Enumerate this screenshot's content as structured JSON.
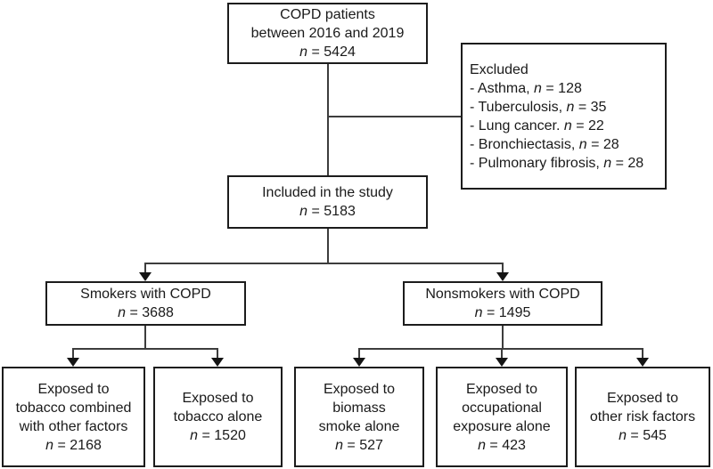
{
  "colors": {
    "background": "#ffffff",
    "box_border": "#1c1c1c",
    "connector": "#3d3d3d",
    "arrow": "#141414",
    "text": "#1a1a1a"
  },
  "boxes": {
    "top": {
      "lines": [
        "COPD patients",
        "between 2016 and 2019",
        "n = 5424"
      ]
    },
    "excluded": {
      "lines": [
        "Excluded",
        "- Asthma, n = 128",
        "- Tuberculosis, n = 35",
        "- Lung cancer. n = 22",
        "- Bronchiectasis, n = 28",
        "- Pulmonary fibrosis, n = 28"
      ]
    },
    "included": {
      "lines": [
        "Included in the study",
        "n = 5183"
      ]
    },
    "smokers": {
      "lines": [
        "Smokers with COPD",
        "n = 3688"
      ]
    },
    "nonsmokers": {
      "lines": [
        "Nonsmokers with COPD",
        "n = 1495"
      ]
    },
    "exposed_tobacco_combined": {
      "lines": [
        "Exposed to",
        "tobacco combined",
        "with other factors",
        "n = 2168"
      ]
    },
    "exposed_tobacco_alone": {
      "lines": [
        "Exposed to",
        "tobacco alone",
        "n = 1520"
      ]
    },
    "exposed_biomass": {
      "lines": [
        "Exposed to",
        "biomass",
        "smoke alone",
        "n = 527"
      ]
    },
    "exposed_occupational": {
      "lines": [
        "Exposed to",
        "occupational",
        "exposure alone",
        "n = 423"
      ]
    },
    "exposed_other": {
      "lines": [
        "Exposed to",
        "other risk factors",
        "n = 545"
      ]
    }
  }
}
